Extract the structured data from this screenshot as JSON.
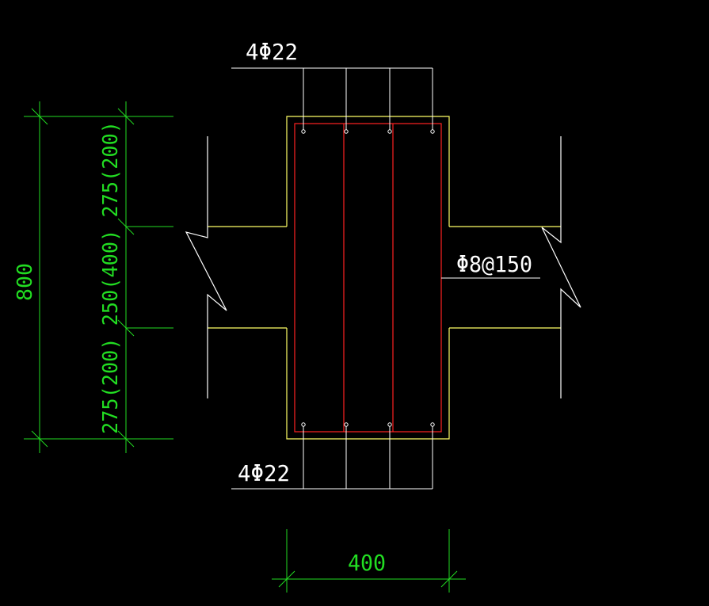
{
  "colors": {
    "background": "#000000",
    "outline": "#ffff66",
    "stirrup": "#ff2222",
    "rebar": "#ffffff",
    "dimension": "#22dd22",
    "annotation": "#ffffff"
  },
  "labels": {
    "top_rebar": "4Φ22",
    "bottom_rebar": "4Φ22",
    "stirrup_spec": "Φ8@150"
  },
  "dimensions": {
    "total_height": "800",
    "vertical_segments": "275(200) 250(400) 275(200)",
    "width": "400"
  },
  "icons": {
    "break_marks": "zigzag-break-icon"
  }
}
